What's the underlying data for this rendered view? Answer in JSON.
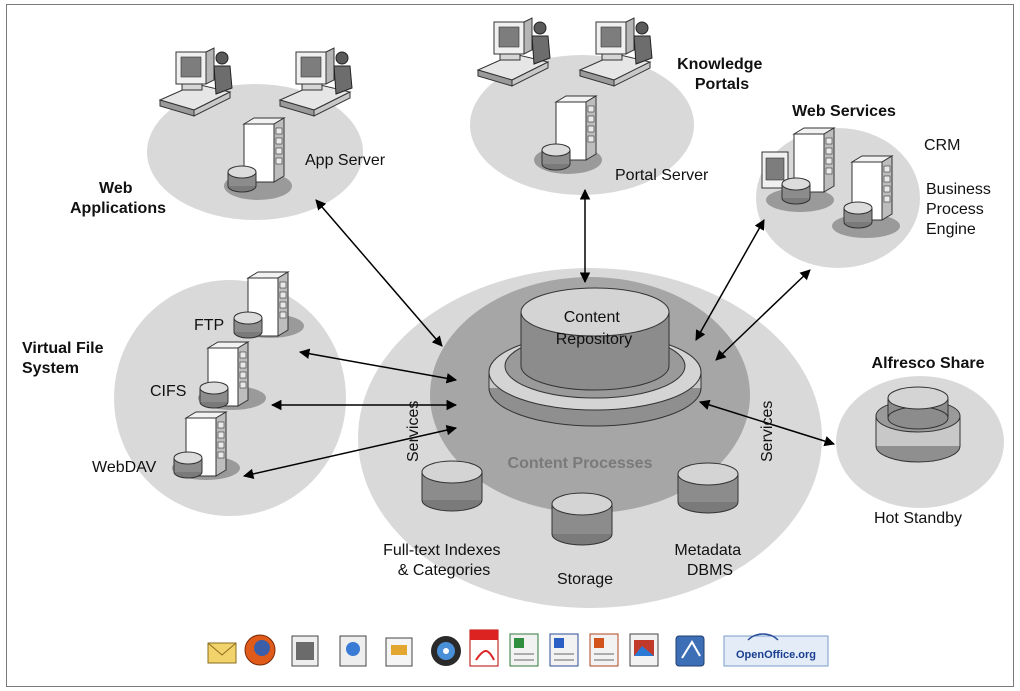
{
  "groups": {
    "web_applications": {
      "title": "Web Applications",
      "server": "App Server"
    },
    "knowledge_portals": {
      "title": "Knowledge Portals",
      "server": "Portal Server"
    },
    "web_services": {
      "title": "Web Services",
      "crm": "CRM",
      "bpe": "Business Process Engine"
    },
    "virtual_file_system": {
      "title": "Virtual File System",
      "ftp": "FTP",
      "cifs": "CIFS",
      "webdav": "WebDAV"
    },
    "alfresco_share": {
      "title": "Alfresco Share",
      "standby": "Hot Standby"
    }
  },
  "core": {
    "repository": "Content Repository",
    "processes": "Content Processes",
    "services_left": "Services",
    "services_right": "Services",
    "indexes": "Full-text Indexes & Categories",
    "storage": "Storage",
    "metadata": "Metadata DBMS"
  },
  "formats": {
    "icons": [
      "email-icon",
      "firefox-icon",
      "document-viewer-icon",
      "web-page-icon",
      "presentation-icon",
      "media-player-icon",
      "pdf-icon",
      "spreadsheet-icon",
      "word-icon",
      "powerpoint-icon",
      "image-icon",
      "workflow-icon",
      "openoffice-logo"
    ],
    "openoffice_text": "OpenOffice.org"
  },
  "colors": {
    "ellipse": "#d9d9d9",
    "inner": "#a6a6a6",
    "cylinder_top": "#d4d4d4",
    "cylinder_body": "#8c8c8c",
    "text_muted": "#7a7a7a"
  }
}
